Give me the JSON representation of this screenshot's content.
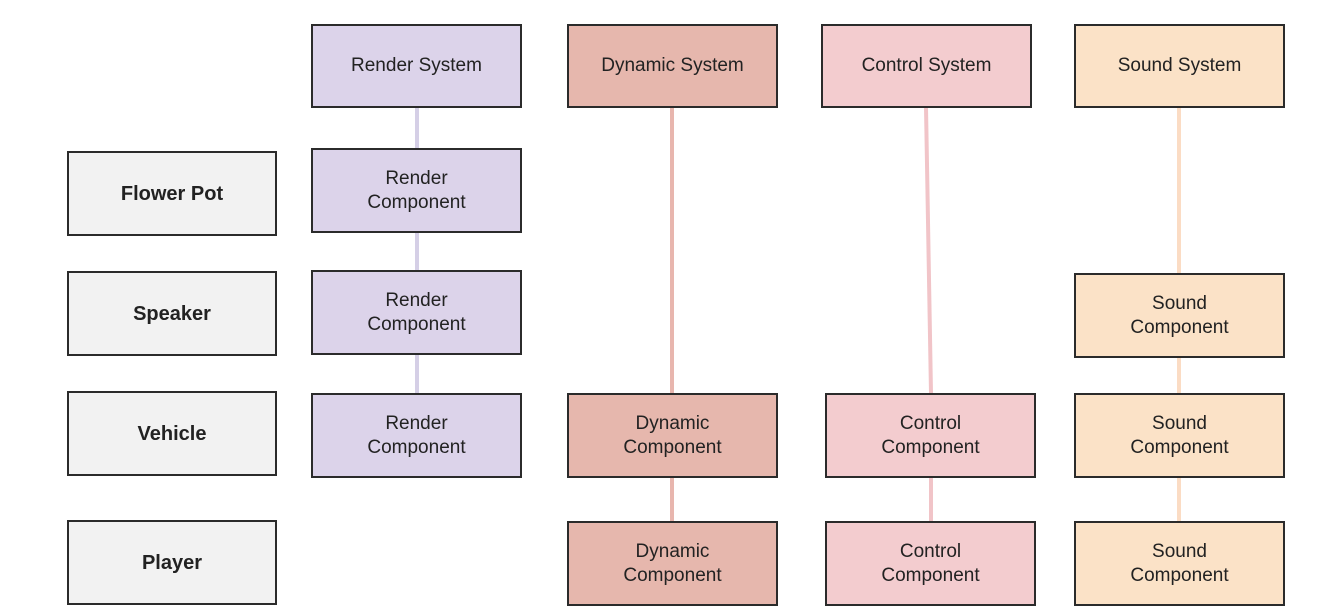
{
  "systems": {
    "render": "Render System",
    "dynamic": "Dynamic System",
    "control": "Control System",
    "sound": "Sound System"
  },
  "entities": {
    "flower_pot": "Flower Pot",
    "speaker": "Speaker",
    "vehicle": "Vehicle",
    "player": "Player"
  },
  "components": {
    "render": [
      "Render",
      "Component"
    ],
    "dynamic": [
      "Dynamic",
      "Component"
    ],
    "control": [
      "Control",
      "Component"
    ],
    "sound": [
      "Sound",
      "Component"
    ]
  },
  "colors": {
    "render": "#dcd3ea",
    "dynamic": "#e6b7ad",
    "control": "#f3cccf",
    "sound": "#fbe2c7",
    "entity": "#f2f2f2"
  }
}
